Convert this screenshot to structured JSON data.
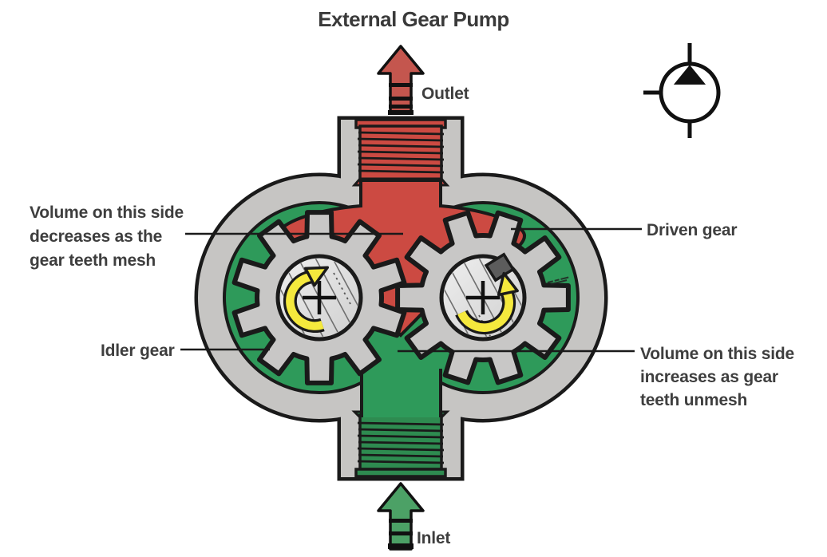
{
  "title": "External Gear Pump",
  "port_labels": {
    "outlet": "Outlet",
    "inlet": "Inlet"
  },
  "annotations": {
    "volume_decrease_line1": "Volume on this side",
    "volume_decrease_line2": "decreases as the",
    "volume_decrease_line3": "gear teeth mesh",
    "driven_gear": "Driven gear",
    "idler_gear": "Idler gear",
    "volume_increase_line1": "Volume on this side",
    "volume_increase_line2": "increases as gear",
    "volume_increase_line3": "teeth unmesh"
  },
  "icons": {
    "pump_symbol": "hydraulic-pump-symbol",
    "rotation_arrows": "curved-rotation-arrow",
    "flow_arrows": "straight-flow-arrow"
  },
  "colors": {
    "outlet_fluid_red": "#CC4A42",
    "inlet_fluid_green": "#2E9A5A",
    "housing_gray": "#C6C5C3",
    "gear_gray": "#C8C7C6",
    "hub_light_gray": "#E4E4E4",
    "rotation_arrow_yellow": "#F5E93D",
    "outline_black": "#1A1A1A",
    "label_text": "#3E3E3E"
  }
}
